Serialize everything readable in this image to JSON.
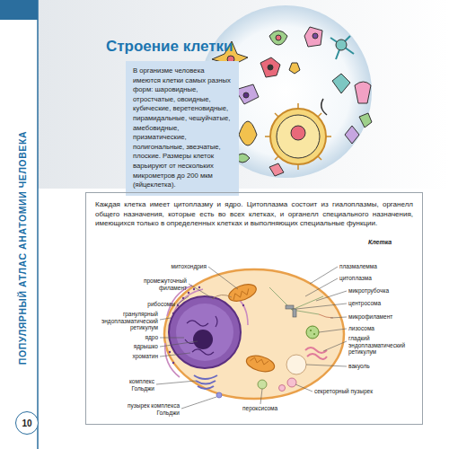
{
  "diagram": {
    "title": "Строение клетки",
    "nodes": [
      {
        "text": [
          "В организме человека имеются клетки самых разных форм: шаровидные, отростчатые, овоидные, кубические, веретеновидные, пирамидальные, чешуйчатые, амебовидные, призматические, полигональные, звезчатые, плоские. Размеры клеток варьируют от нескольких микрометров до 200 мкм (яйцеклетка)."
        ]
      },
      {
        "text": [
          "Каждая клетка имеет цитоплазму и ядро. Цитоплазма состоит из гиалоплазмы, органелл общего назначения, которые есть во всех клетках, и органелл специального назначения, имеющихся только в определенных клетках и выполняющих специальные функции."
        ]
      },
      {
        "text": [
          "10"
        ]
      }
    ],
    "labels": [
      "ПОПУЛЯРНЫЙ АТЛАС АНАТОМИИ ЧЕЛОВЕКА",
      "Клетка",
      "митохондрия",
      "промежуточный филамент",
      "рибосомы",
      "гранулярный эндоплазматический ретикулум",
      "ядро",
      "ядрышко",
      "хроматин",
      "комплекс Гольджи",
      "пузырек комплекса Гольджи",
      "плазмалемма",
      "цитоплазма",
      "микротрубочка",
      "центросома",
      "микрофиламент",
      "лизосома",
      "гладкий эндоплазматический ретикулум",
      "вакуоль",
      "секреторный пузырек",
      "пероксисома"
    ]
  }
}
